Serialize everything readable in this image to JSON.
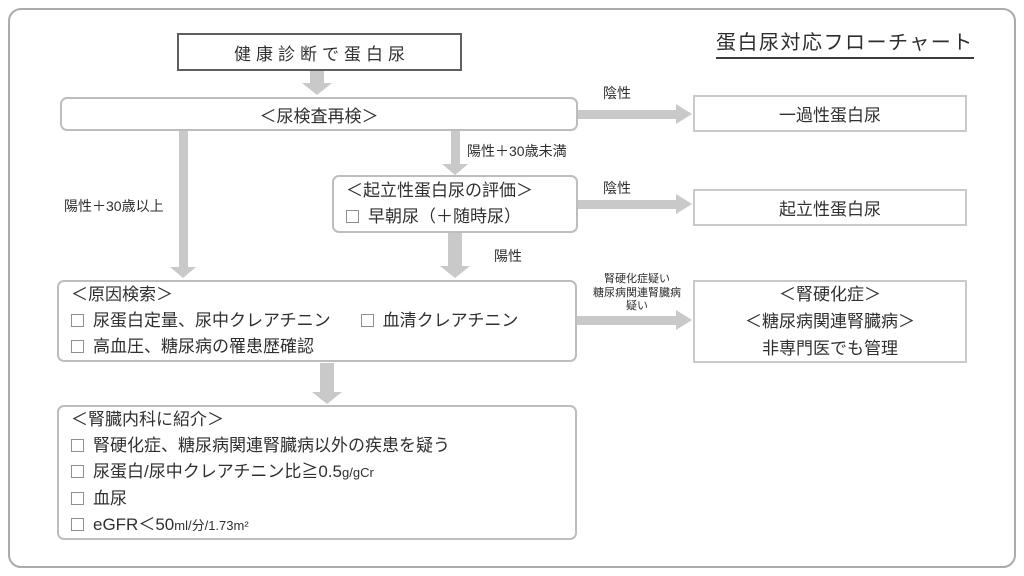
{
  "title": "蛋白尿対応フローチャート",
  "nodes": {
    "start": {
      "text": "健康診断で蛋白尿"
    },
    "recheck": {
      "text": "＜尿検査再検＞"
    },
    "transient": {
      "text": "一過性蛋白尿"
    },
    "ortho_eval": {
      "heading": "＜起立性蛋白尿の評価＞",
      "item1": "早朝尿（＋随時尿）"
    },
    "orthostatic": {
      "text": "起立性蛋白尿"
    },
    "cause": {
      "heading": "＜原因検索＞",
      "item1": "尿蛋白定量、尿中クレアチニン",
      "item2": "血清クレアチニン",
      "item3": "高血圧、糖尿病の罹患歴確認"
    },
    "managed": {
      "line1": "＜腎硬化症＞",
      "line2": "＜糖尿病関連腎臓病＞",
      "line3": "非専門医でも管理"
    },
    "referral": {
      "heading": "＜腎臓内科に紹介＞",
      "item1": "腎硬化症、糖尿病関連腎臓病以外の疾患を疑う",
      "item2": "尿蛋白/尿中クレアチニン比≧0.5",
      "item2_unit": "g/gCr",
      "item3": "血尿",
      "item4": "eGFR＜50",
      "item4_unit": "ml/分/1.73m²"
    }
  },
  "labels": {
    "negative_top": "陰性",
    "negative_mid": "陰性",
    "positive_under_30": "陽性＋30歳未満",
    "positive_30_plus": "陽性＋30歳以上",
    "positive": "陽性",
    "suspect_line1": "腎硬化症疑い",
    "suspect_line2": "糖尿病関連腎臓病",
    "suspect_line3": "疑い"
  },
  "colors": {
    "text": "#303030",
    "arrow": "#c9c9c9",
    "box_border": "#bdbdbd",
    "result_box_border": "#c9c9c9",
    "start_box_border": "#5f5f5f",
    "frame_border": "#ababab"
  }
}
